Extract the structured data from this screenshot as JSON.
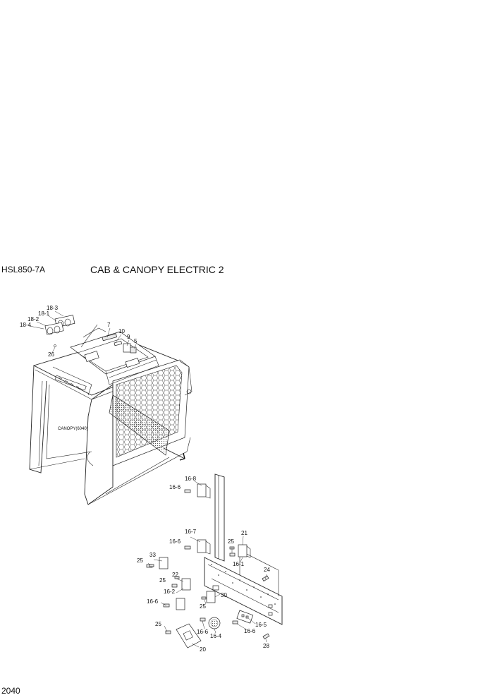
{
  "header": {
    "model": "HSL850-7A",
    "title": "CAB & CANOPY ELECTRIC 2"
  },
  "page_number": "2040",
  "diagram": {
    "ref_label": "CANOPY(6040)",
    "callouts": [
      {
        "id": "c-18-3",
        "text": "18-3"
      },
      {
        "id": "c-18-1",
        "text": "18-1"
      },
      {
        "id": "c-18-2",
        "text": "18-2"
      },
      {
        "id": "c-18-4",
        "text": "18-4"
      },
      {
        "id": "c-26",
        "text": "26"
      },
      {
        "id": "c-7",
        "text": "7"
      },
      {
        "id": "c-10",
        "text": "10"
      },
      {
        "id": "c-9",
        "text": "9"
      },
      {
        "id": "c-5",
        "text": "5"
      },
      {
        "id": "c-16-8",
        "text": "16-8"
      },
      {
        "id": "c-16-6a",
        "text": "16-6"
      },
      {
        "id": "c-16-7",
        "text": "16-7"
      },
      {
        "id": "c-21",
        "text": "21"
      },
      {
        "id": "c-16-6b",
        "text": "16-6"
      },
      {
        "id": "c-25a",
        "text": "25"
      },
      {
        "id": "c-33",
        "text": "33"
      },
      {
        "id": "c-25b",
        "text": "25"
      },
      {
        "id": "c-16-1",
        "text": "16-1"
      },
      {
        "id": "c-24",
        "text": "24"
      },
      {
        "id": "c-22",
        "text": "22"
      },
      {
        "id": "c-25c",
        "text": "25"
      },
      {
        "id": "c-16-2",
        "text": "16-2"
      },
      {
        "id": "c-30",
        "text": "30"
      },
      {
        "id": "c-16-6c",
        "text": "16-6"
      },
      {
        "id": "c-25d",
        "text": "25"
      },
      {
        "id": "c-16-5",
        "text": "16-5"
      },
      {
        "id": "c-25e",
        "text": "25"
      },
      {
        "id": "c-16-6d",
        "text": "16-6"
      },
      {
        "id": "c-16-6e",
        "text": "16-6"
      },
      {
        "id": "c-16-4",
        "text": "16-4"
      },
      {
        "id": "c-20",
        "text": "20"
      },
      {
        "id": "c-28",
        "text": "28"
      }
    ]
  }
}
